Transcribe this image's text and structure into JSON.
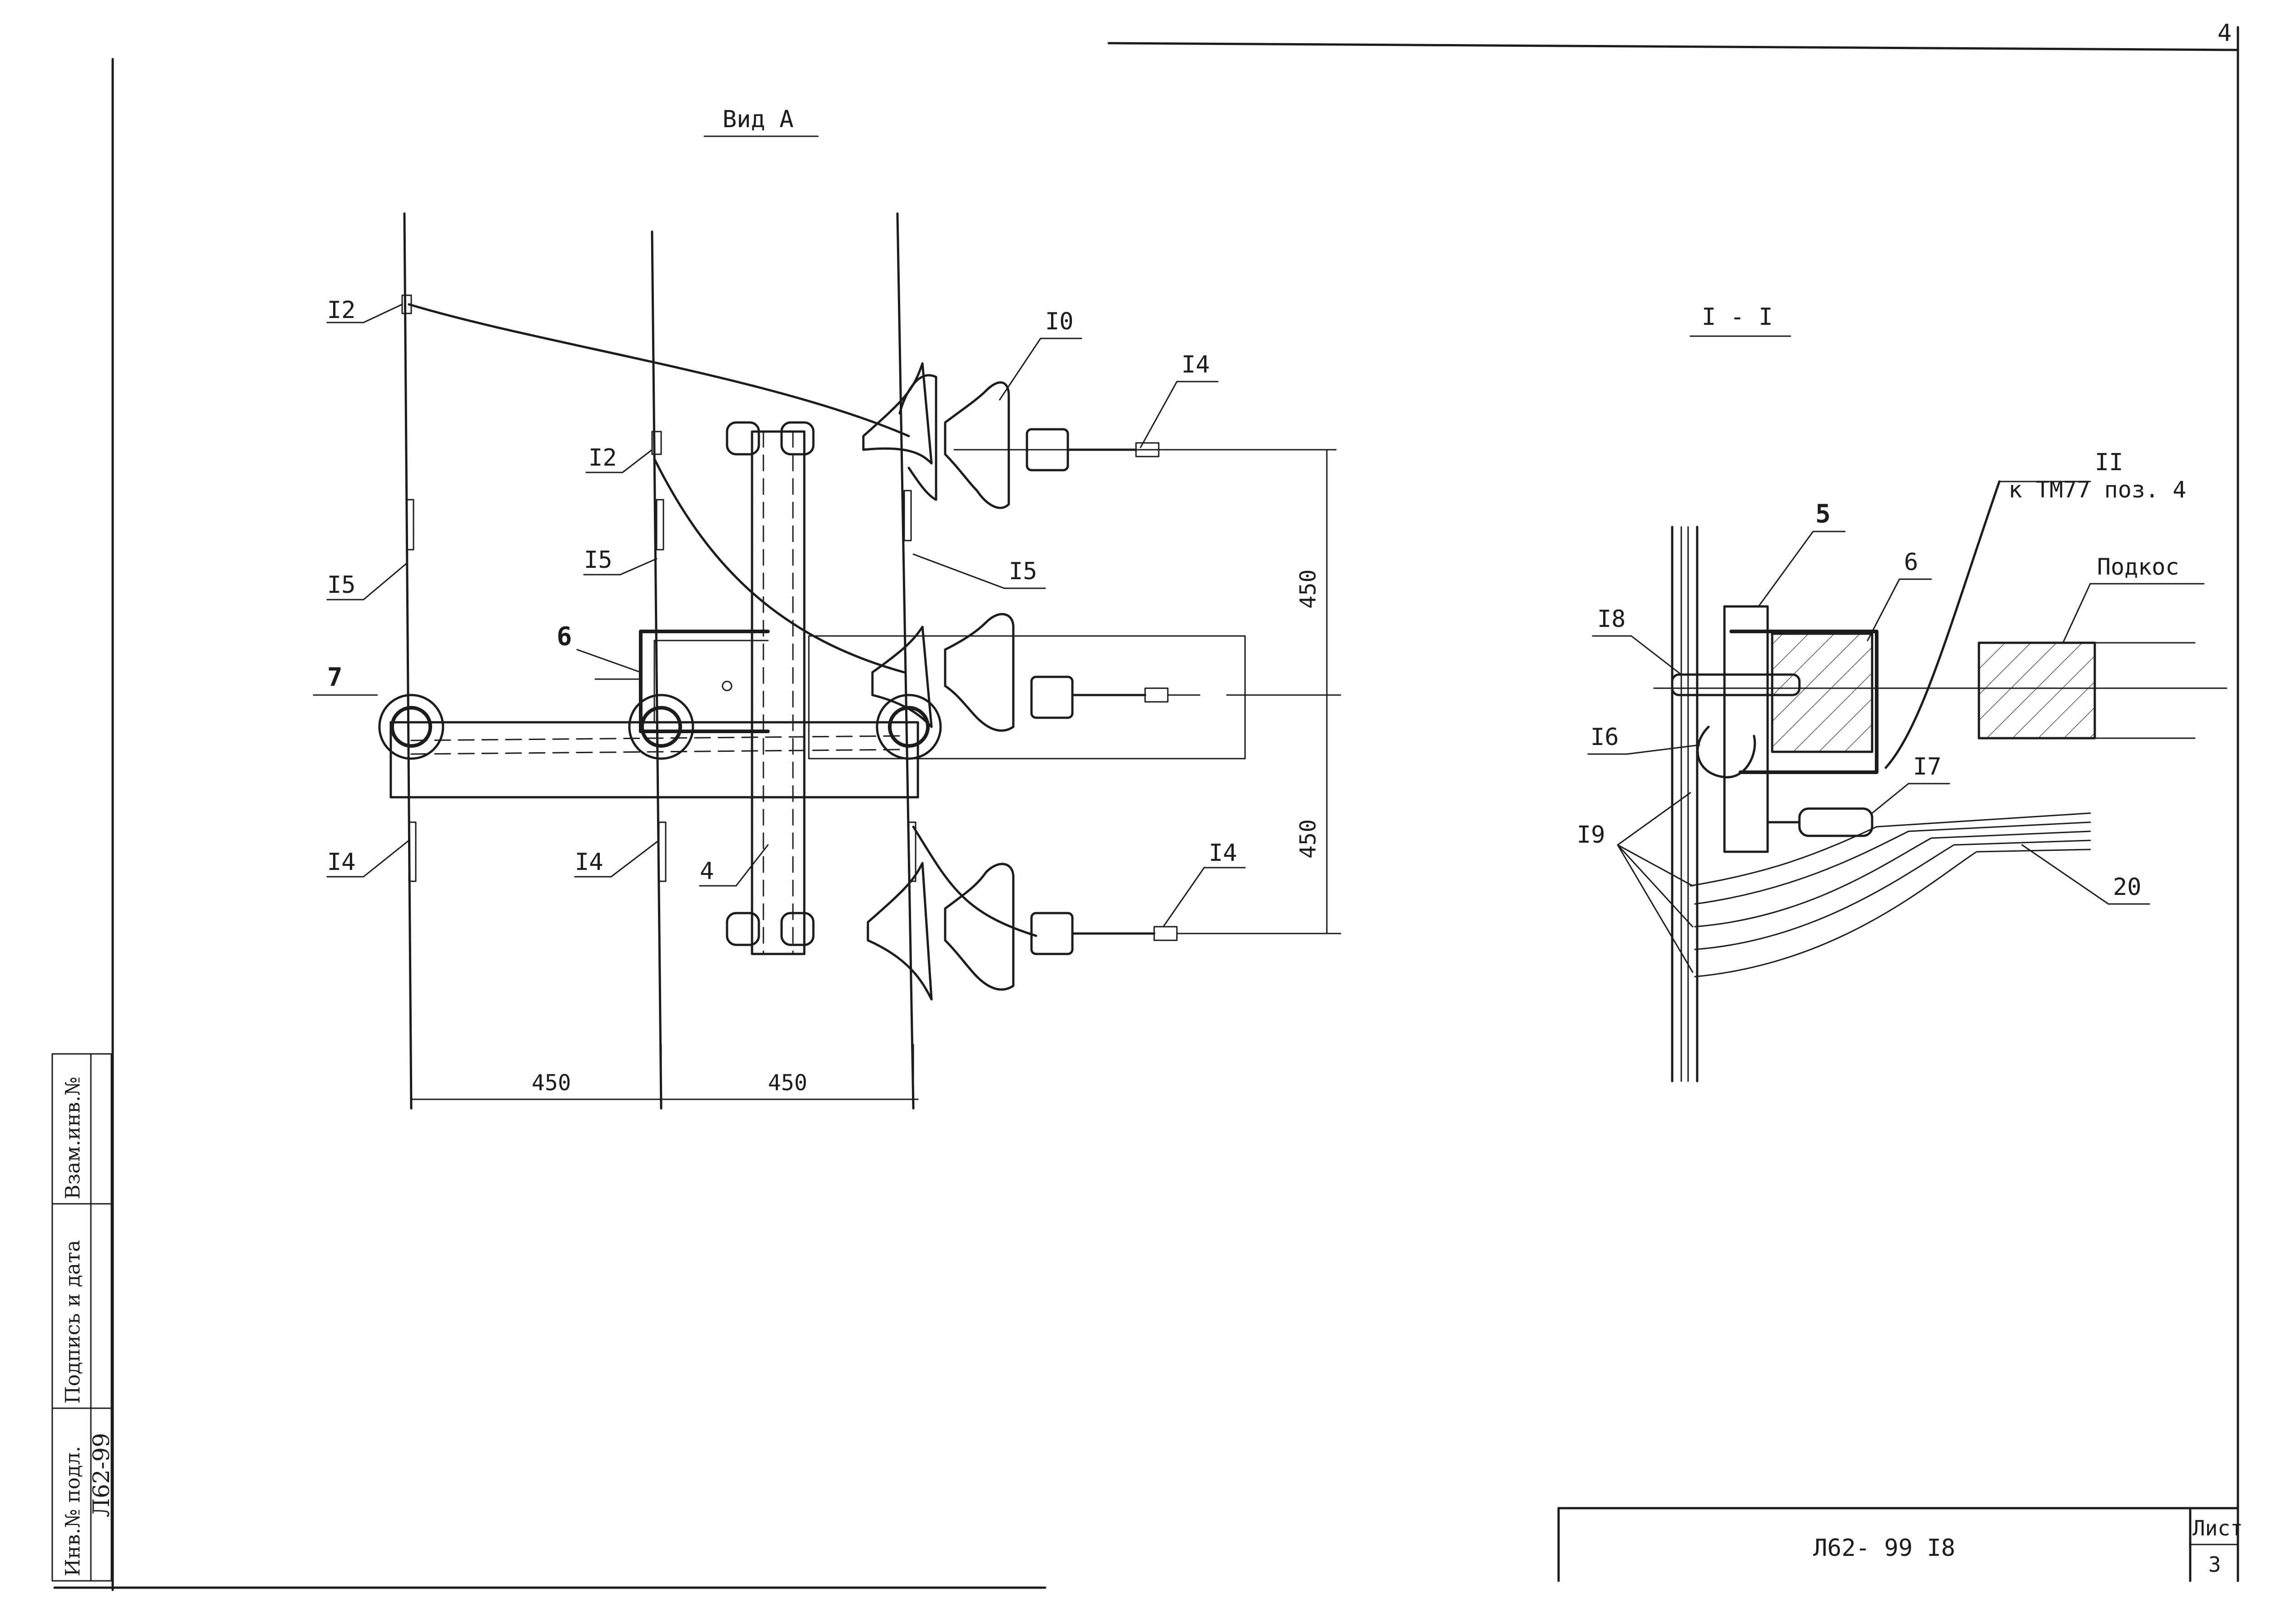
{
  "sheet_number": "4",
  "view_a": {
    "title": "Вид  А",
    "labels": {
      "l12a": "I2",
      "l12b": "I2",
      "l10": "I0",
      "l14r1": "I4",
      "l15a": "I5",
      "l15b": "I5",
      "l15c": "I5",
      "l6": "6",
      "l7": "7",
      "l4": "4",
      "l14a": "I4",
      "l14b": "I4",
      "l14r2": "I4"
    },
    "dims": {
      "v1": "450",
      "v2": "450",
      "h1": "450",
      "h2": "450"
    }
  },
  "section": {
    "title": "I - I",
    "labels": {
      "l5": "5",
      "l6": "6",
      "l11": "II",
      "ref": "к ТМ77 поз. 4",
      "podkos": "Подкос",
      "l18": "I8",
      "l16": "I6",
      "l17": "I7",
      "l19": "I9",
      "l20": "20"
    }
  },
  "stamp": {
    "inv_orig": "Инв.№ подл.",
    "sign_date": "Подпись и дата",
    "vzam": "Взам.инв.№",
    "doc_code_side": "Л62-99"
  },
  "title_block": {
    "doc_code": "Л62- 99 I8",
    "sheet_label": "Лист",
    "sheet_value": "3"
  }
}
